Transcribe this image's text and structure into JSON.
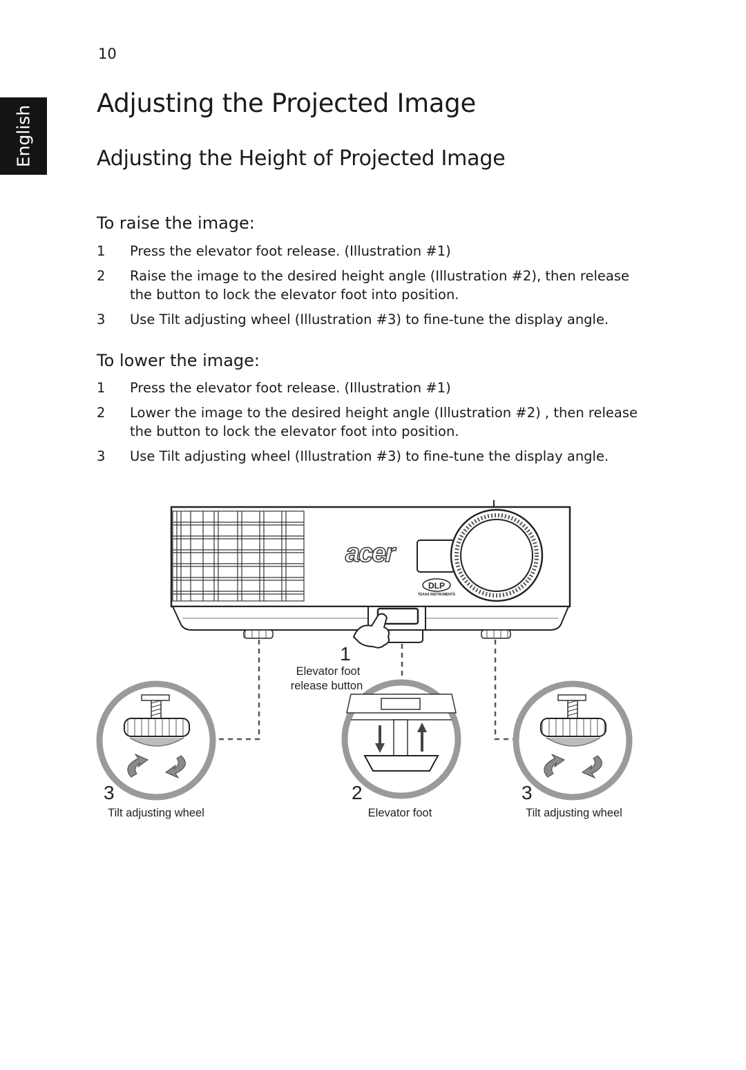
{
  "page_number": "10",
  "side_tab": "English",
  "title": "Adjusting the Projected Image",
  "subtitle": "Adjusting the Height of Projected Image",
  "raise": {
    "heading": "To raise the image:",
    "steps": [
      {
        "num": "1",
        "text": "Press the elevator foot release. (Illustration #1)"
      },
      {
        "num": "2",
        "text": "Raise the image to the desired height angle (Illustration #2), then release the button to lock the elevator foot into position."
      },
      {
        "num": "3",
        "text": "Use Tilt adjusting wheel (Illustration #3) to fine-tune the display angle."
      }
    ]
  },
  "lower": {
    "heading": "To lower the image:",
    "steps": [
      {
        "num": "1",
        "text": "Press the elevator foot release. (Illustration #1)"
      },
      {
        "num": "2",
        "text": "Lower the image to the desired height angle (Illustration #2) , then release the button to lock the elevator foot into position."
      },
      {
        "num": "3",
        "text": "Use Tilt adjusting wheel (Illustration #3) to fine-tune the display angle."
      }
    ]
  },
  "illustration": {
    "brand_logo": "acer",
    "dlp_logo": "DLP",
    "dlp_maker": "TEXAS INSTRUMENTS",
    "callout_1": {
      "num": "1",
      "line1": "Elevator foot",
      "line2": "release button"
    },
    "callout_2": {
      "num": "2",
      "label": "Elevator foot"
    },
    "callout_3_left": {
      "num": "3",
      "label": "Tilt adjusting wheel"
    },
    "callout_3_right": {
      "num": "3",
      "label": "Tilt adjusting wheel"
    }
  }
}
